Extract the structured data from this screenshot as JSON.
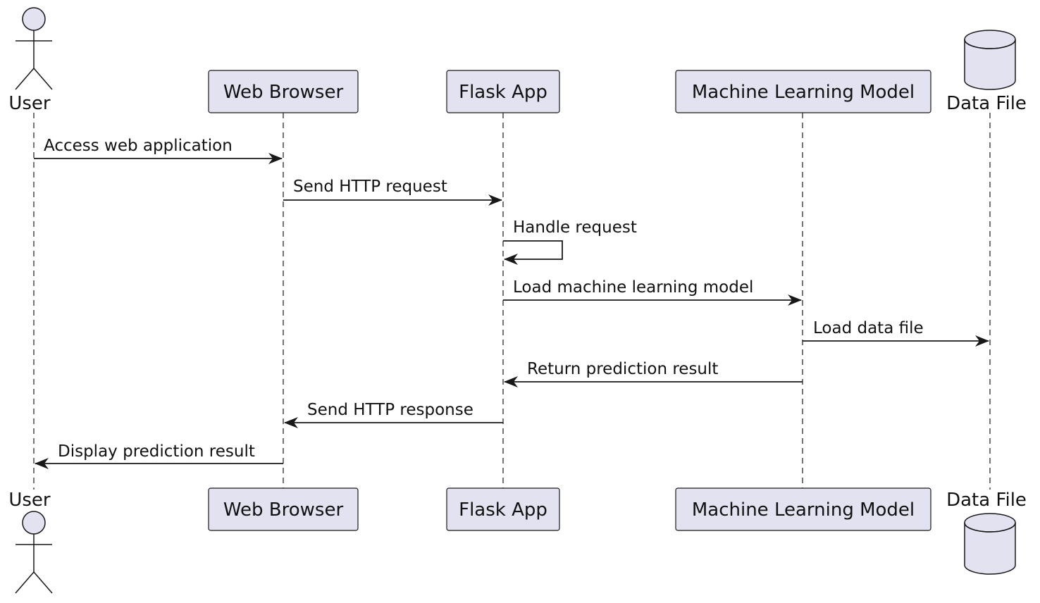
{
  "participants": [
    {
      "id": "user",
      "label": "User",
      "kind": "actor"
    },
    {
      "id": "browser",
      "label": "Web Browser",
      "kind": "participant"
    },
    {
      "id": "flask",
      "label": "Flask App",
      "kind": "participant"
    },
    {
      "id": "model",
      "label": "Machine Learning Model",
      "kind": "participant"
    },
    {
      "id": "data",
      "label": "Data File",
      "kind": "database"
    }
  ],
  "messages": [
    {
      "from": "user",
      "to": "browser",
      "label": "Access web application"
    },
    {
      "from": "browser",
      "to": "flask",
      "label": "Send HTTP request"
    },
    {
      "from": "flask",
      "to": "flask",
      "label": "Handle request"
    },
    {
      "from": "flask",
      "to": "model",
      "label": "Load machine learning model"
    },
    {
      "from": "model",
      "to": "data",
      "label": "Load data file"
    },
    {
      "from": "model",
      "to": "flask",
      "label": "Return prediction result"
    },
    {
      "from": "flask",
      "to": "browser",
      "label": "Send HTTP response"
    },
    {
      "from": "browser",
      "to": "user",
      "label": "Display prediction result"
    }
  ],
  "colors": {
    "participant_fill": "#e2e2f0",
    "participant_border": "#181818",
    "lifeline": "#181818",
    "arrow": "#181818"
  }
}
